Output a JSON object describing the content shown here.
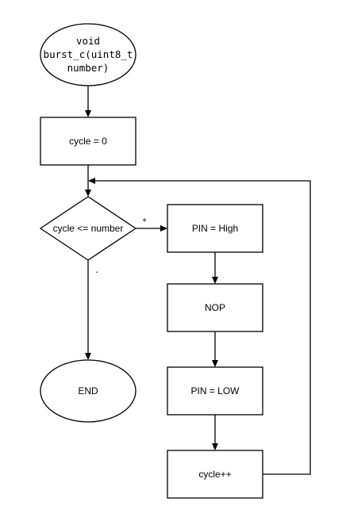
{
  "nodes": {
    "start": {
      "lines": [
        "void",
        "burst_c(uint8_t",
        "number)"
      ]
    },
    "init": {
      "label": "cycle = 0"
    },
    "decision": {
      "label": "cycle <= number"
    },
    "pin_high": {
      "label": "PIN = High"
    },
    "nop": {
      "label": "NOP"
    },
    "pin_low": {
      "label": "PIN = LOW"
    },
    "increment": {
      "label": "cycle++"
    },
    "end": {
      "label": "END"
    }
  },
  "edges": {
    "yes_label": "+",
    "no_label": "-"
  }
}
